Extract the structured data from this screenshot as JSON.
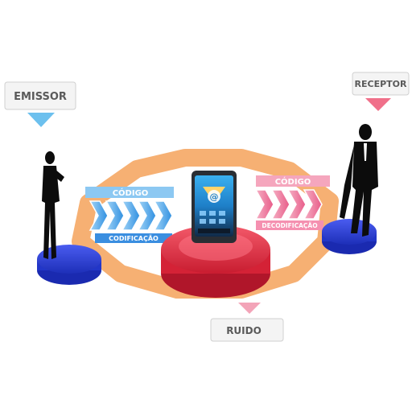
{
  "labels": {
    "emissor": "EMISSOR",
    "receptor": "RECEPTOR",
    "ruido": "RUIDO",
    "codigo_left": "CÓDIGO",
    "codificacao": "CODIFICAÇÃO",
    "codigo_right": "CÓDIGO",
    "decodificacao": "DECODIFICAÇÃO"
  },
  "icons": {
    "phone_screen": "@"
  },
  "colors": {
    "ring": "#f5a25a",
    "left_arrows": "#4aa6e8",
    "right_arrows": "#f07aa0",
    "emissor_base": "#2b3fd8",
    "receptor_base": "#2b3fd8",
    "center_base": "#e8283c",
    "pointer_emissor": "#6cc0ee",
    "pointer_receptor": "#f0708a",
    "pointer_ruido": "#f3a4b8"
  }
}
